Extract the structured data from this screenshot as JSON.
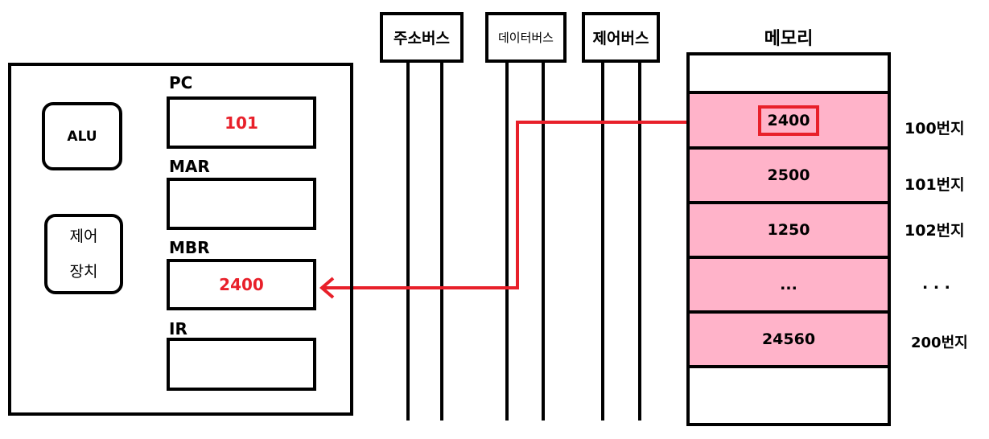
{
  "cpu": {
    "alu_label": "ALU",
    "control_unit_label": "제어\n장치",
    "registers": [
      {
        "label": "PC",
        "value": "101"
      },
      {
        "label": "MAR",
        "value": ""
      },
      {
        "label": "MBR",
        "value": "2400"
      },
      {
        "label": "IR",
        "value": ""
      }
    ]
  },
  "buses": [
    {
      "label": "주소버스"
    },
    {
      "label": "데이터버스"
    },
    {
      "label": "제어버스"
    }
  ],
  "memory": {
    "title": "메모리",
    "cells": [
      {
        "value": "2400",
        "address": "100번지"
      },
      {
        "value": "2500",
        "address": "101번지"
      },
      {
        "value": "1250",
        "address": "102번지"
      },
      {
        "value": "...",
        "address": ". . ."
      },
      {
        "value": "24560",
        "address": "200번지"
      }
    ]
  },
  "colors": {
    "highlight": "#e8202a",
    "memory_cell_fill": "#ffb3c9"
  }
}
